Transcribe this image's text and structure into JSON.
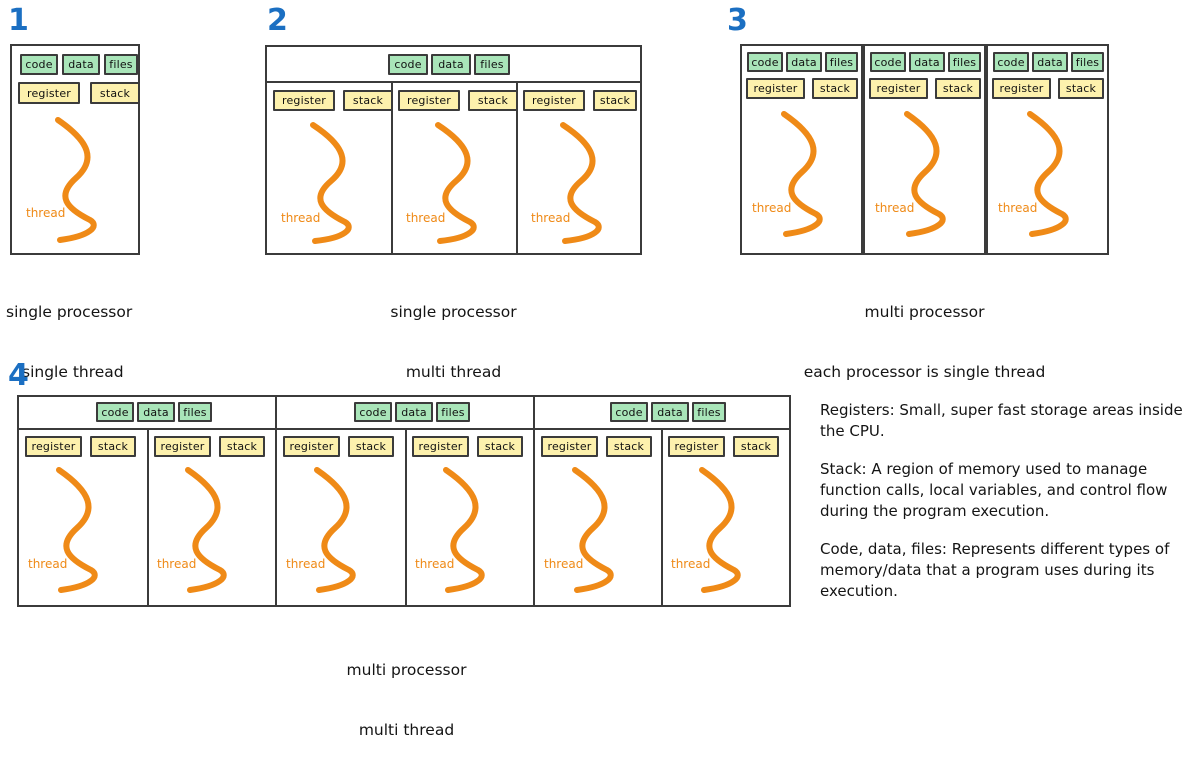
{
  "diagram": {
    "title_numbers": [
      "1",
      "2",
      "3",
      "4"
    ],
    "accent_color": "#1b6fc2",
    "memory_chip_color": "#a9e5b9",
    "register_chip_color": "#fdf1ad",
    "thread_color": "#ef8a17",
    "border_color": "#3b3b3b",
    "labels": {
      "code": "code",
      "data": "data",
      "files": "files",
      "register": "register",
      "stack": "stack",
      "thread": "thread"
    }
  },
  "panels": [
    {
      "number": "1",
      "caption_line1": "single processor",
      "caption_line2": "single thread",
      "processors": 1,
      "threads_per_processor": 1,
      "shared_memory_band": false
    },
    {
      "number": "2",
      "caption_line1": "single processor",
      "caption_line2": "multi thread",
      "processors": 1,
      "threads_per_processor": 3,
      "shared_memory_band": true
    },
    {
      "number": "3",
      "caption_line1": "multi processor",
      "caption_line2": "each processor is single thread",
      "processors": 3,
      "threads_per_processor": 1,
      "shared_memory_band": false
    },
    {
      "number": "4",
      "caption_line1": "multi processor",
      "caption_line2": "multi thread",
      "processors": 3,
      "threads_per_processor": 2,
      "shared_memory_band": true
    }
  ],
  "notes": [
    "Registers: Small, super fast storage areas inside the CPU.",
    "Stack: A region of memory used to manage function calls, local variables, and control flow during the program execution.",
    "Code, data, files: Represents different types of memory/data that a program uses during its execution."
  ]
}
